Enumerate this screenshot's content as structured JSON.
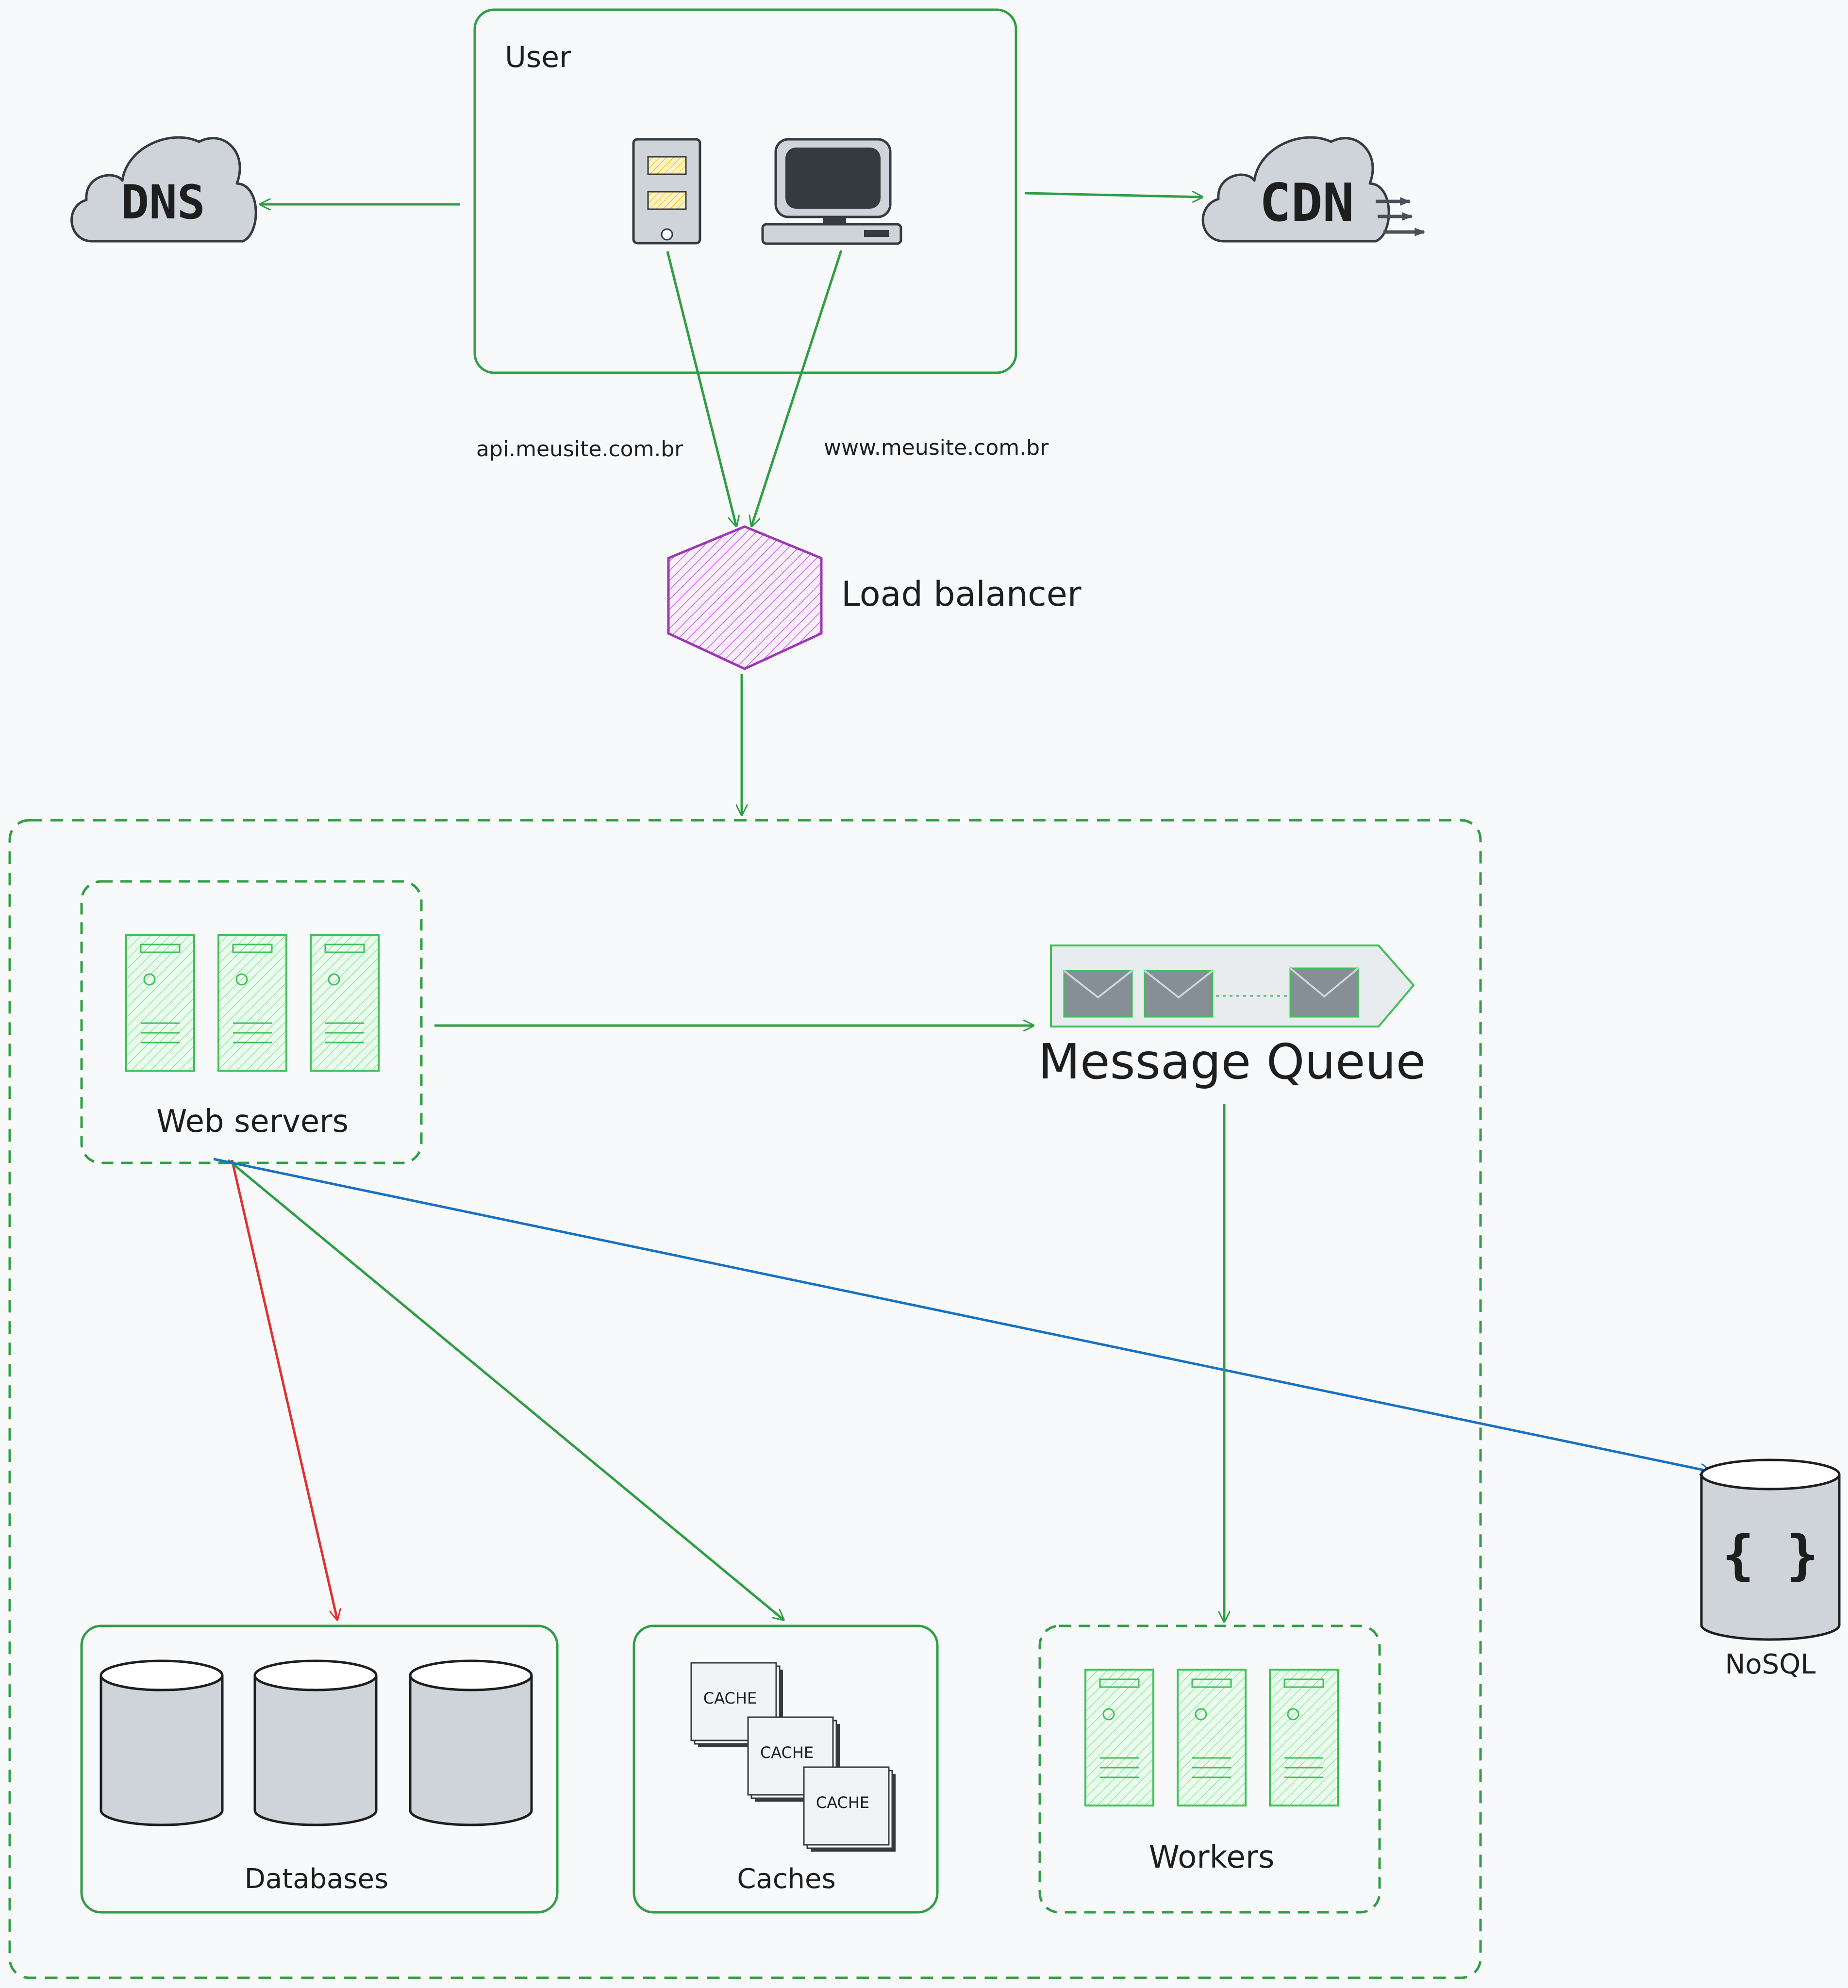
{
  "labels": {
    "user": "User",
    "dns": "DNS",
    "cdn": "CDN",
    "api_domain": "api.meusite.com.br",
    "www_domain": "www.meusite.com.br",
    "load_balancer": "Load balancer",
    "web_servers": "Web servers",
    "message_queue": "Message Queue",
    "databases": "Databases",
    "caches": "Caches",
    "workers": "Workers",
    "nosql": "NoSQL",
    "nosql_symbol": "{ }",
    "cache_card": "CACHE"
  },
  "colors": {
    "background": "#f8f9fa",
    "green": "#2f9e44",
    "red": "#e03131",
    "blue": "#1971c2",
    "purple": "#9c36b5",
    "server_fill": "#b2f2bb",
    "gray": "#ced4da",
    "dark": "#343a40",
    "yellow": "#ffec99"
  },
  "icons": [
    "cloud-icon",
    "tablet-icon",
    "desktop-computer-icon",
    "hexagon-icon",
    "server-icon",
    "envelope-icon",
    "database-cylinder-icon",
    "cache-card-icon"
  ]
}
